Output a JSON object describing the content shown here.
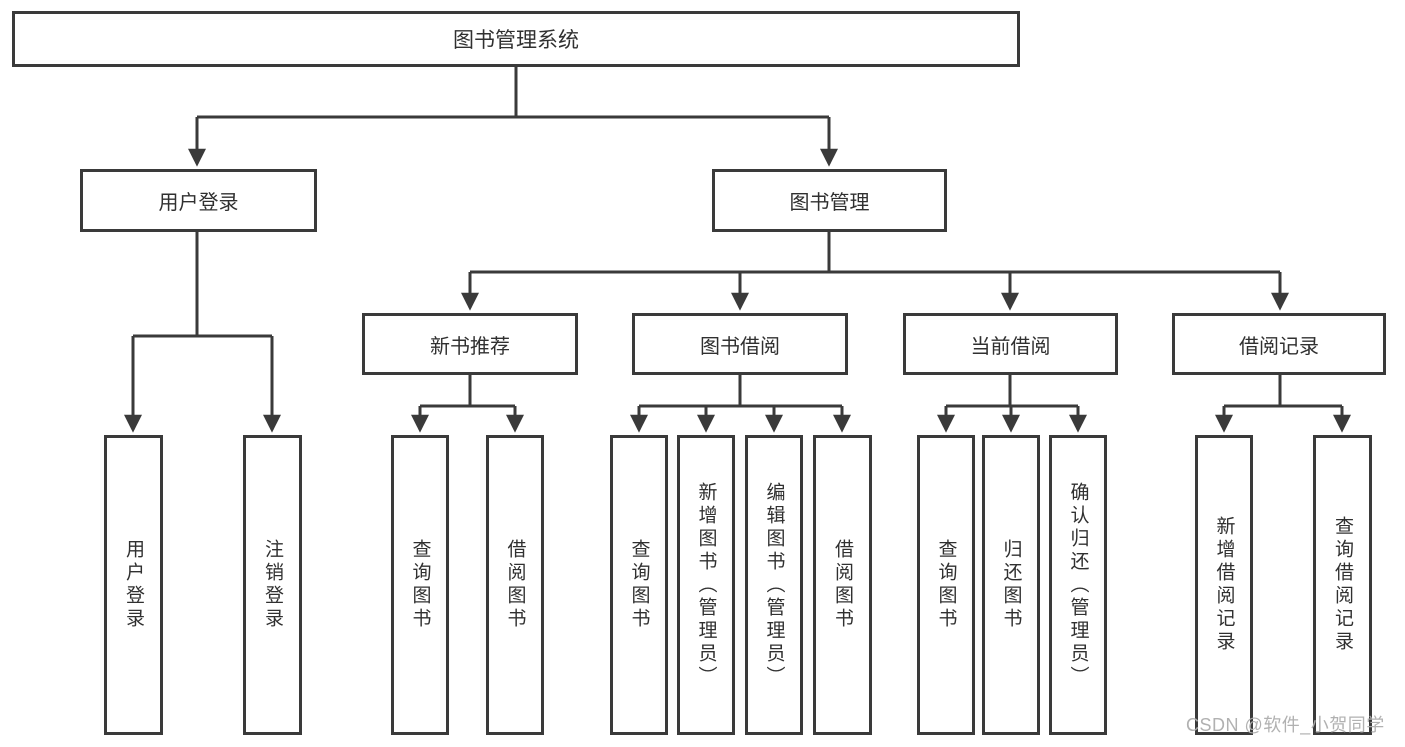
{
  "diagram_title": "图书管理系统",
  "nodes": {
    "root": "图书管理系统",
    "user_login": "用户登录",
    "book_management": "图书管理",
    "new_book_recommend": "新书推荐",
    "book_borrow": "图书借阅",
    "current_borrow": "当前借阅",
    "borrow_records": "借阅记录",
    "leaf_user_login": "用户登录",
    "leaf_logout": "注销登录",
    "leaf_nb_query": "查询图书",
    "leaf_nb_borrow": "借阅图书",
    "leaf_bb_query": "查询图书",
    "leaf_bb_add": "新增图书（管理员）",
    "leaf_bb_edit": "编辑图书（管理员）",
    "leaf_bb_borrow": "借阅图书",
    "leaf_cb_query": "查询图书",
    "leaf_cb_return": "归还图书",
    "leaf_cb_confirm": "确认归还（管理员）",
    "leaf_br_add": "新增借阅记录",
    "leaf_br_query": "查询借阅记录"
  },
  "hierarchy": {
    "图书管理系统": {
      "用户登录": [
        "用户登录",
        "注销登录"
      ],
      "图书管理": {
        "新书推荐": [
          "查询图书",
          "借阅图书"
        ],
        "图书借阅": [
          "查询图书",
          "新增图书（管理员）",
          "编辑图书（管理员）",
          "借阅图书"
        ],
        "当前借阅": [
          "查询图书",
          "归还图书",
          "确认归还（管理员）"
        ],
        "借阅记录": [
          "新增借阅记录",
          "查询借阅记录"
        ]
      }
    }
  },
  "watermark": "CSDN @软件_小贺同学",
  "colors": {
    "line": "#3a3a3a",
    "text": "#303030",
    "background": "#ffffff",
    "watermark": "#adadad"
  }
}
